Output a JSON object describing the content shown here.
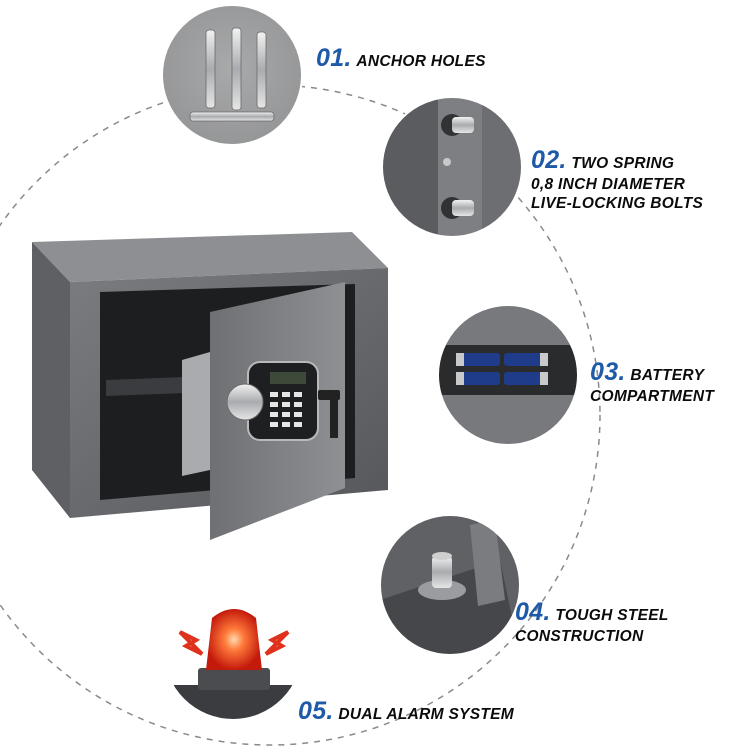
{
  "features": [
    {
      "number": "01.",
      "lines": [
        "ANCHOR HOLES"
      ]
    },
    {
      "number": "02.",
      "lines": [
        "TWO SPRING",
        "0,8 INCH DIAMETER",
        "LIVE-LOCKING BOLTS"
      ]
    },
    {
      "number": "03.",
      "lines": [
        "BATTERY",
        "COMPARTMENT"
      ]
    },
    {
      "number": "04.",
      "lines": [
        "TOUGH STEEL",
        "CONSTRUCTION"
      ]
    },
    {
      "number": "05.",
      "lines": [
        "DUAL ALARM SYSTEM"
      ]
    }
  ],
  "colors": {
    "number_blue": "#1e5aa8",
    "safe_gray": "#6b6d70",
    "dashed_circle": "#8a8a8a",
    "alarm_red": "#e0311c"
  }
}
